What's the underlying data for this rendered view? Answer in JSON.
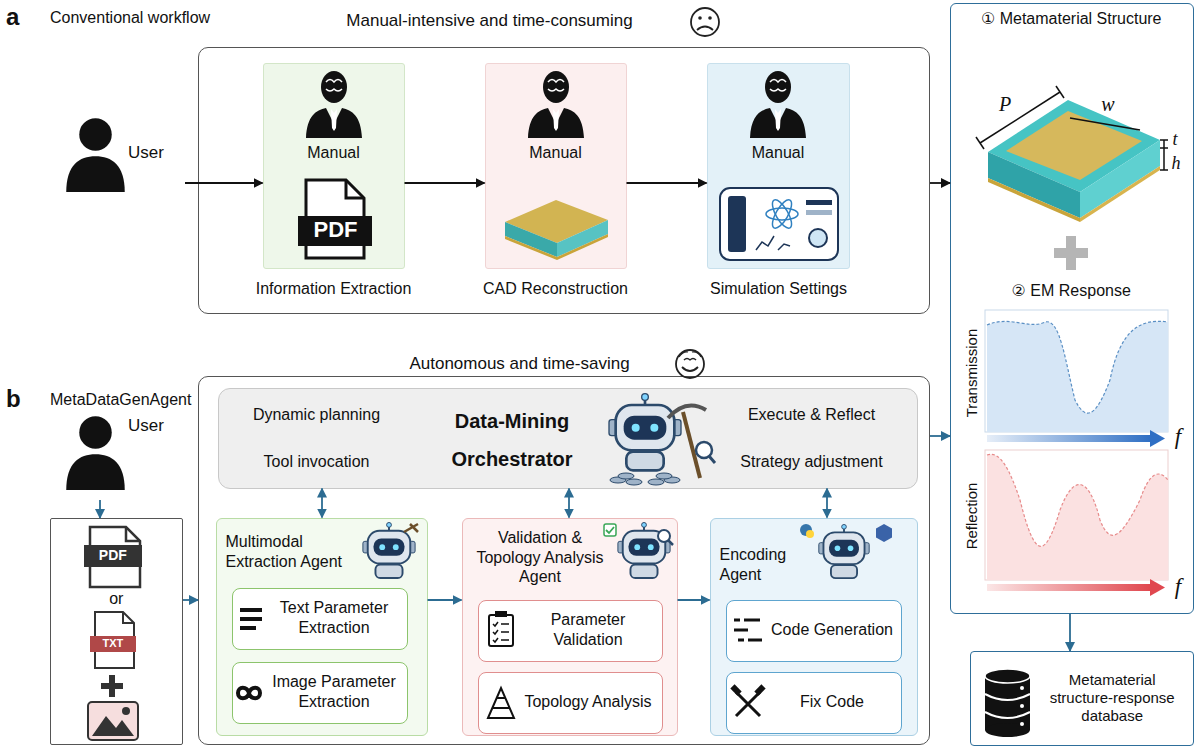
{
  "diagram": {
    "nodes": [
      {
        "text": [
          "User"
        ]
      },
      {
        "text": [
          "Manual-intensive and time-consuming"
        ]
      },
      {
        "text": [
          "Manual",
          "PDF",
          "Information Extraction"
        ],
        "in": 1
      },
      {
        "text": [
          "Manual",
          "CAD Reconstruction"
        ],
        "in": 1
      },
      {
        "text": [
          "Manual",
          "Simulation Settings"
        ],
        "in": 1
      },
      {
        "text": [
          "① Metamaterial Structure",
          "② EM Response"
        ]
      },
      {
        "text": [
          "Metamaterial structure-response database"
        ]
      },
      {
        "text": [
          "User"
        ]
      },
      {
        "text": [
          "PDF",
          "or",
          "TXT"
        ]
      },
      {
        "text": [
          "Autonomous and time-saving"
        ]
      },
      {
        "text": [
          "Dynamic planning",
          "Data-Mining Orchestrator",
          "Execute & Reflect",
          "Tool invocation",
          "Strategy adjustment"
        ],
        "in": 9
      },
      {
        "text": [
          "Multimodal Extraction Agent"
        ],
        "in": 9
      },
      {
        "text": [
          "Text Parameter Extraction"
        ],
        "in": 11
      },
      {
        "text": [
          "Image Parameter Extraction"
        ],
        "in": 11
      },
      {
        "text": [
          "Validation & Topology Analysis Agent"
        ],
        "in": 9
      },
      {
        "text": [
          "Parameter Validation"
        ],
        "in": 14
      },
      {
        "text": [
          "Topology Analysis"
        ],
        "in": 14
      },
      {
        "text": [
          "Encoding Agent"
        ],
        "in": 9
      },
      {
        "text": [
          "Code Generation"
        ],
        "in": 17
      },
      {
        "text": [
          "Fix Code"
        ],
        "in": 17
      }
    ],
    "edges": [
      {
        "from": 0,
        "to": 2,
        "arrow": "to"
      },
      {
        "from": 2,
        "to": 3,
        "arrow": "to"
      },
      {
        "from": 3,
        "to": 4,
        "arrow": "to"
      },
      {
        "from": 1,
        "to": 5,
        "arrow": "to"
      },
      {
        "from": 7,
        "to": 8,
        "arrow": "to"
      },
      {
        "from": 8,
        "to": 9,
        "arrow": "to"
      },
      {
        "from": 10,
        "to": 11,
        "arrow": "both"
      },
      {
        "from": 10,
        "to": 14,
        "arrow": "both"
      },
      {
        "from": 10,
        "to": 17,
        "arrow": "both"
      },
      {
        "from": 11,
        "to": 14,
        "arrow": "to"
      },
      {
        "from": 14,
        "to": 17,
        "arrow": "to"
      },
      {
        "from": 9,
        "to": 5,
        "arrow": "to"
      },
      {
        "from": 5,
        "to": 6,
        "arrow": "to"
      }
    ],
    "labels": [
      "a",
      "Conventional workflow",
      "b",
      "MetaDataGenAgent",
      "P",
      "w",
      "t",
      "h",
      "Transmission",
      "Reflection",
      "f",
      "f"
    ]
  }
}
